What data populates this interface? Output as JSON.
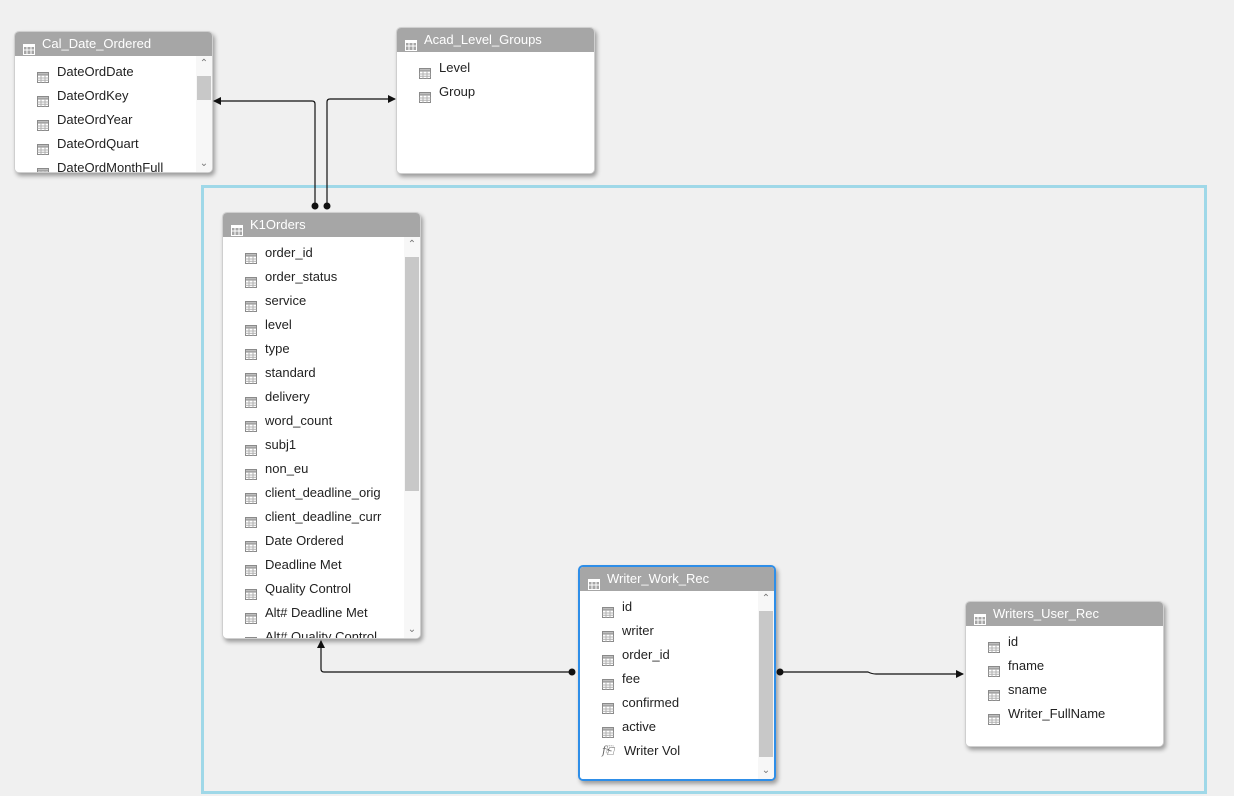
{
  "tables": {
    "cal_date_ordered": {
      "title": "Cal_Date_Ordered",
      "fields": [
        "DateOrdDate",
        "DateOrdKey",
        "DateOrdYear",
        "DateOrdQuart",
        "DateOrdMonthFull"
      ]
    },
    "acad_level_groups": {
      "title": "Acad_Level_Groups",
      "fields": [
        "Level",
        "Group"
      ]
    },
    "k1orders": {
      "title": "K1Orders",
      "fields": [
        "order_id",
        "order_status",
        "service",
        "level",
        "type",
        "standard",
        "delivery",
        "word_count",
        "subj1",
        "non_eu",
        "client_deadline_orig",
        "client_deadline_curr",
        "Date Ordered",
        "Deadline Met",
        "Quality Control",
        "Alt# Deadline Met",
        "Alt# Quality Control"
      ]
    },
    "writer_work_rec": {
      "title": "Writer_Work_Rec",
      "fields": [
        "id",
        "writer",
        "order_id",
        "fee",
        "confirmed",
        "active"
      ],
      "measures": [
        "Writer Vol"
      ]
    },
    "writers_user_rec": {
      "title": "Writers_User_Rec",
      "fields": [
        "id",
        "fname",
        "sname",
        "Writer_FullName"
      ]
    }
  },
  "icons": {
    "column": "table-column-icon",
    "table": "table-icon",
    "measure": "calculated-field-icon"
  },
  "colors": {
    "header_bg": "#a6a6a6",
    "selection_frame": "#9fd8e8",
    "selected_border": "#2e8ee8",
    "link_line": "#111111"
  }
}
